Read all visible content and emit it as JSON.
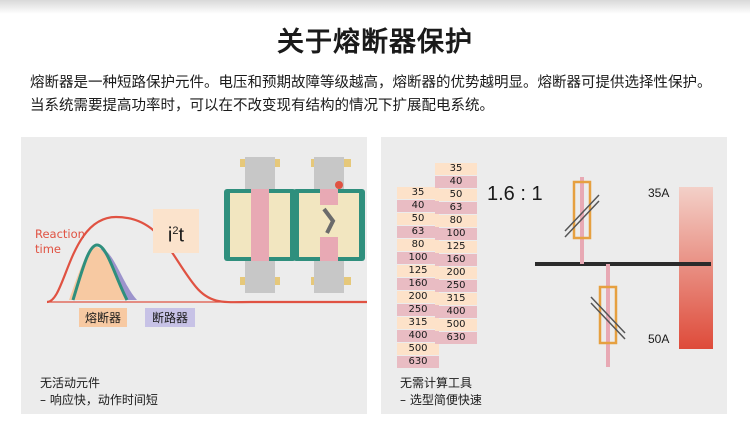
{
  "title": "关于熔断器保护",
  "intro": "熔断器是一种短路保护元件。电压和预期故障等级越高，熔断器的优势越明显。熔断器可提供选择性保护。当系统需要提高功率时，可以在不改变现有结构的情况下扩展配电系统。",
  "panel_left": {
    "axis_label_line1": "Reaction",
    "axis_label_line2": "time",
    "i2t_base": "i",
    "i2t_sup": "2",
    "i2t_end": "t",
    "legend_fuse": "熔断器",
    "legend_breaker": "断路器",
    "caption_title": "无活动元件",
    "caption_detail": "– 响应快，动作时间短"
  },
  "panel_right": {
    "ratio": "1.6 : 1",
    "col_a": [
      "35",
      "40",
      "50",
      "63",
      "80",
      "100",
      "125",
      "160",
      "200",
      "250",
      "315",
      "400",
      "500",
      "630"
    ],
    "col_b": [
      "35",
      "40",
      "50",
      "63",
      "80",
      "100",
      "125",
      "160",
      "200",
      "250",
      "315",
      "400",
      "500",
      "630"
    ],
    "upper_rating": "35A",
    "lower_rating": "50A",
    "caption_title": "无需计算工具",
    "caption_detail": "– 选型简便快速"
  },
  "colors": {
    "curve_red": "#e05242",
    "fuse_fill": "#f7c9a2",
    "breaker_fill": "#c7c2e6",
    "link_pink": "#e8a9b4",
    "gradient_top": "#f3d0c8",
    "gradient_bottom": "#de4b3a"
  }
}
